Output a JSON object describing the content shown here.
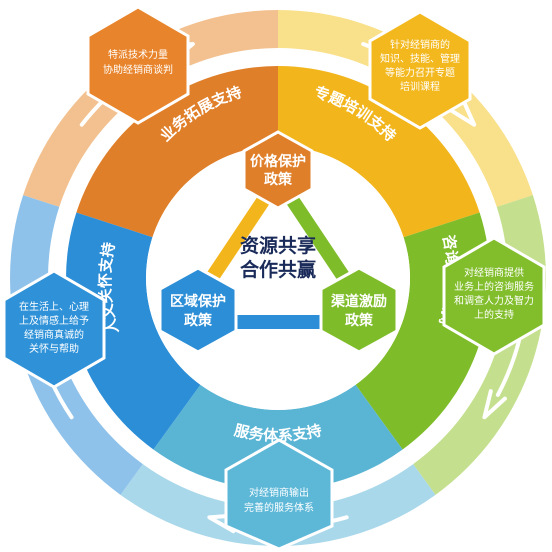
{
  "center": {
    "line1": "资源共享",
    "line2": "合作共赢"
  },
  "policy_nodes": [
    {
      "line1": "价格保护",
      "line2": "政策"
    },
    {
      "line1": "区域保护",
      "line2": "政策"
    },
    {
      "line1": "渠道激励",
      "line2": "政策"
    }
  ],
  "segments": [
    {
      "label": "业务拓展支持",
      "color": "#e07f2a"
    },
    {
      "label": "专题培训支持",
      "color": "#f2b51c"
    },
    {
      "label": "咨询顾问支持",
      "color": "#7fbc2a"
    },
    {
      "label": "服务体系支持",
      "color": "#5ab5d5"
    },
    {
      "label": "人文关怀支持",
      "color": "#2c8ed6"
    }
  ],
  "hexagons": [
    {
      "lines": [
        "特派技术力量",
        "协助经销商谈判"
      ],
      "color": "#e8842b"
    },
    {
      "lines": [
        "针对经销商的",
        "知识、技能、管理",
        "等能力召开专题",
        "培训课程"
      ],
      "color": "#f3b81e"
    },
    {
      "lines": [
        "对经销商提供",
        "业务上的咨询服务",
        "和调查人力及智力",
        "上的支持"
      ],
      "color": "#82be2c"
    },
    {
      "lines": [
        "对经销商输出",
        "完善的服务体系"
      ],
      "color": "#5db8d8"
    },
    {
      "lines": [
        "在生活上、心理",
        "上及情感上给予",
        "经销商真诚的",
        "关怀与帮助"
      ],
      "color": "#2f92d8"
    }
  ]
}
